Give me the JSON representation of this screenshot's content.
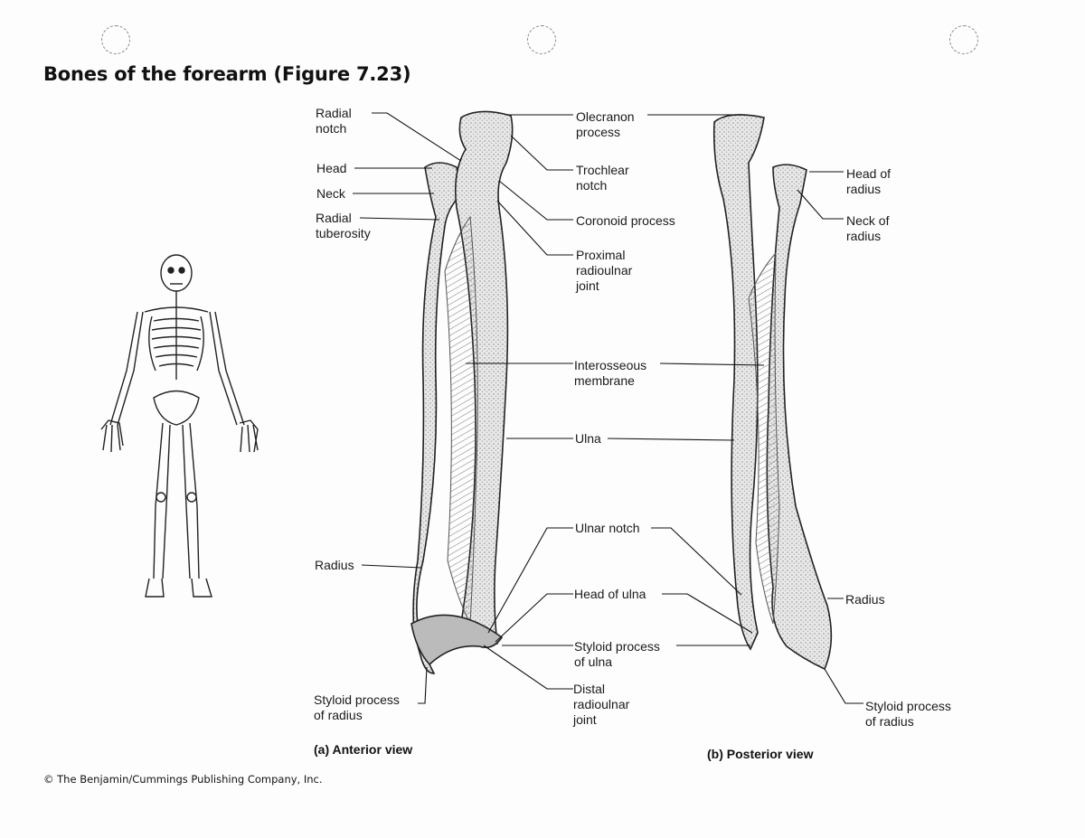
{
  "title": "Bones of the forearm (Figure 7.23)",
  "labels": {
    "radial_notch": "Radial\nnotch",
    "head": "Head",
    "neck": "Neck",
    "radial_tuberosity": "Radial\ntuberosity",
    "radius_a": "Radius",
    "styloid_radius_a": "Styloid process\nof radius",
    "olecranon": "Olecranon\nprocess",
    "trochlear": "Trochlear\nnotch",
    "coronoid": "Coronoid process",
    "proximal_joint": "Proximal\nradioulnar\njoint",
    "interosseous": "Interosseous\nmembrane",
    "ulna": "Ulna",
    "ulnar_notch": "Ulnar notch",
    "head_ulna": "Head of ulna",
    "styloid_ulna": "Styloid process\nof ulna",
    "distal_joint": "Distal\nradioulnar\njoint",
    "head_radius_b": "Head of\nradius",
    "neck_radius_b": "Neck of\nradius",
    "radius_b": "Radius",
    "styloid_radius_b": "Styloid process\nof radius"
  },
  "captions": {
    "anterior": "(a)  Anterior view",
    "posterior": "(b)  Posterior view"
  },
  "credit": "© The Benjamin/Cummings Publishing Company, Inc."
}
